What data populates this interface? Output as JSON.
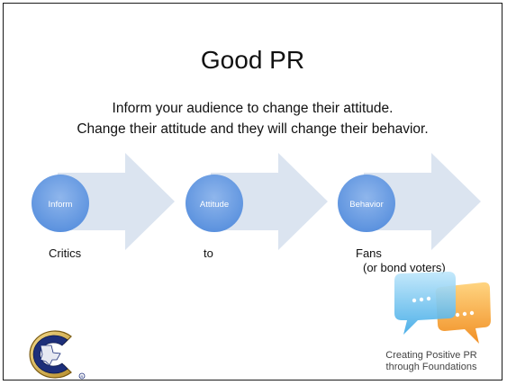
{
  "slide": {
    "title": "Good PR",
    "subtitle_line1": "Inform your audience to change their attitude.",
    "subtitle_line2": "Change their attitude and they will change their behavior."
  },
  "process": {
    "steps": [
      {
        "circle_label": "Inform",
        "caption": "Critics"
      },
      {
        "circle_label": "Attitude",
        "caption": "to"
      },
      {
        "circle_label": "Behavior",
        "caption": "Fans"
      }
    ],
    "extra_caption": "(or bond voters)"
  },
  "footer": {
    "caption_line1": "Creating Positive PR",
    "caption_line2": "through Foundations"
  },
  "colors": {
    "arrow": "#dbe4f0",
    "circle": "#6a9de0",
    "circle_edge": "#4f86d3",
    "circle_text": "#ffffff"
  }
}
